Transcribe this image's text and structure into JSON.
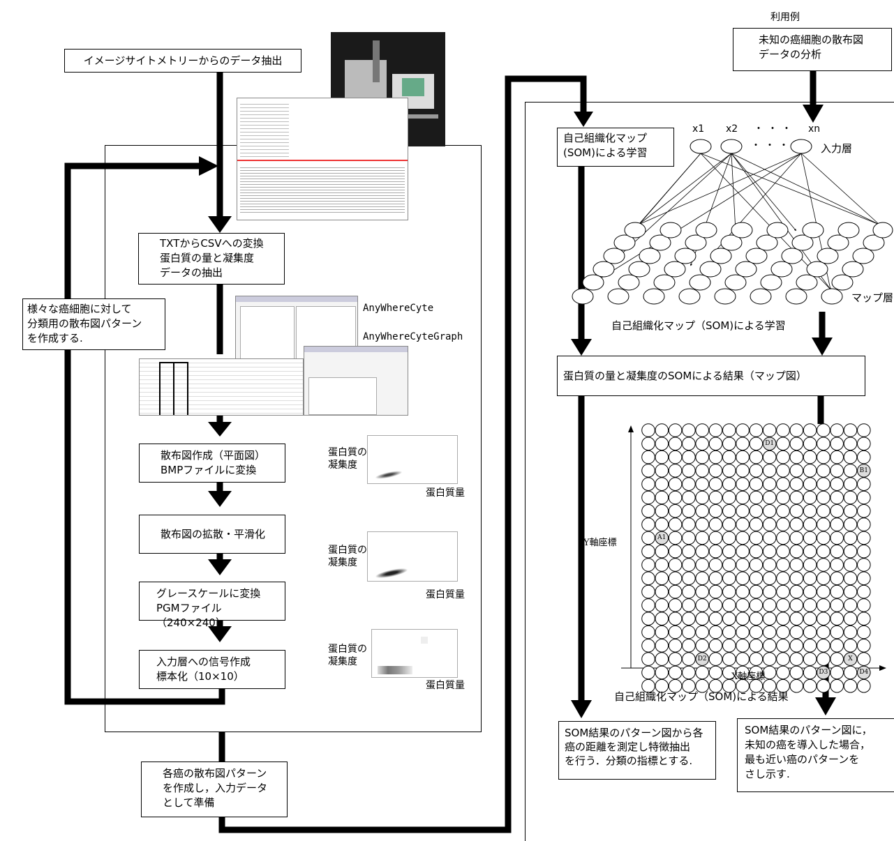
{
  "top_label": "利用例",
  "left": {
    "extract_title": "イメージサイトメトリーからのデータ抽出",
    "convert_step": "TXTからCSVへの変換\n蛋白質の量と凝集度\nデータの抽出",
    "side_note": "様々な癌細胞に対して\n分類用の散布図パターン\nを作成する.",
    "scatter_step": "散布図作成（平面図）\nBMPファイルに変換",
    "smooth_step": "散布図の拡散・平滑化",
    "gray_step": "グレースケールに変換\nPGMファイル（240×240）",
    "signal_step": "入力層への信号作成\n標本化（10×10）",
    "pattern_step": "各癌の散布図パターン\nを作成し，入力データ\nとして準備",
    "app_name_1": "AnyWhereCyte",
    "app_name_2": "AnyWhereCyteGraph",
    "plot_ylabel": "蛋白質の\n凝集度",
    "plot_xlabel": "蛋白質量"
  },
  "right": {
    "unknown_box": "未知の癌細胞の散布図\nデータの分析",
    "som_learn_box": "自己組織化マップ\n(SOM)による学習",
    "input_names": [
      "x1",
      "x2",
      "・・・",
      "xn"
    ],
    "input_dots": "・・・",
    "input_layer": "入力層",
    "map_layer": "マップ層",
    "som_caption": "自己組織化マップ（SOM)による学習",
    "result_box": "蛋白質の量と凝集度のSOMによる結果（マップ図）",
    "y_axis": "Y軸座標",
    "x_axis": "X軸座標",
    "map_caption": "自己組織化マップ（SOM)による結果",
    "node_labels": [
      "D1",
      "B1",
      "A1",
      "D2",
      "D3",
      "X",
      "D4"
    ],
    "bottom_left_box": "SOM結果のパターン図から各\n癌の距離を測定し特徴抽出\nを行う．分類の指標とする.",
    "bottom_right_box": "SOM結果のパターン図に，\n未知の癌を導入した場合，\n最も近い癌のパターンを\nさし示す."
  }
}
